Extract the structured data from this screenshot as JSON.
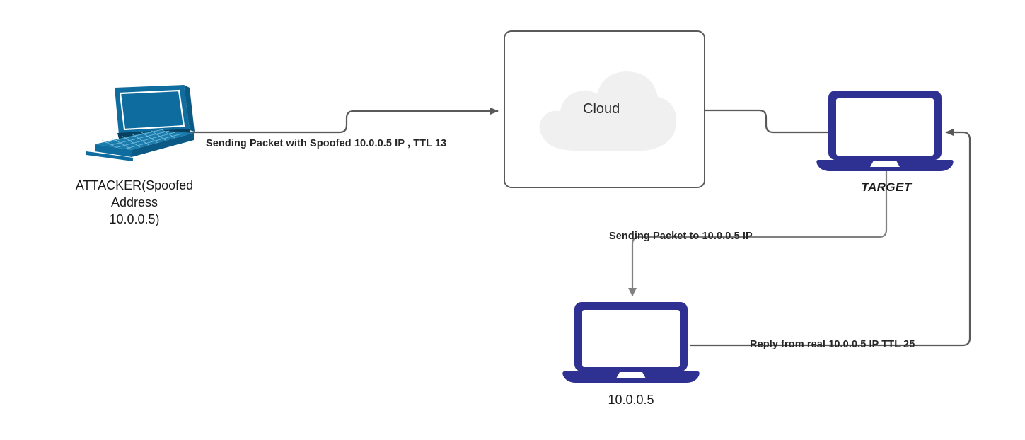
{
  "diagram": {
    "title": "IP Spoofing TTL Reflection Diagram",
    "background": "#ffffff",
    "colors": {
      "attacker_device": "#0f6c9e",
      "attacker_device_dark": "#0b5a85",
      "target_device": "#2e3192",
      "wire": "#595959",
      "cloud_fill": "#f0f0f0",
      "box_border": "#595959",
      "label_text": "#262626"
    }
  },
  "nodes": {
    "attacker": {
      "icon": "laptop-teal-icon",
      "label": "ATTACKER(Spoofed\nAddress\n10.0.0.5)"
    },
    "cloud": {
      "icon": "cloud-icon",
      "label": "Cloud"
    },
    "target": {
      "icon": "laptop-navy-icon",
      "label": "TARGET"
    },
    "victim": {
      "icon": "laptop-navy-icon",
      "label": "10.0.0.5"
    }
  },
  "edges": {
    "attacker_to_cloud": {
      "label": "Sending Packet with Spoofed 10.0.0.5 IP , TTL 13",
      "arrow": "right"
    },
    "cloud_to_target": {
      "label": "",
      "arrow": "none"
    },
    "target_to_victim": {
      "label": "Sending Packet to 10.0.0.5 IP",
      "arrow": "down"
    },
    "victim_to_target": {
      "label": "Reply from real 10.0.0.5 IP TTL 25",
      "arrow": "left"
    }
  }
}
